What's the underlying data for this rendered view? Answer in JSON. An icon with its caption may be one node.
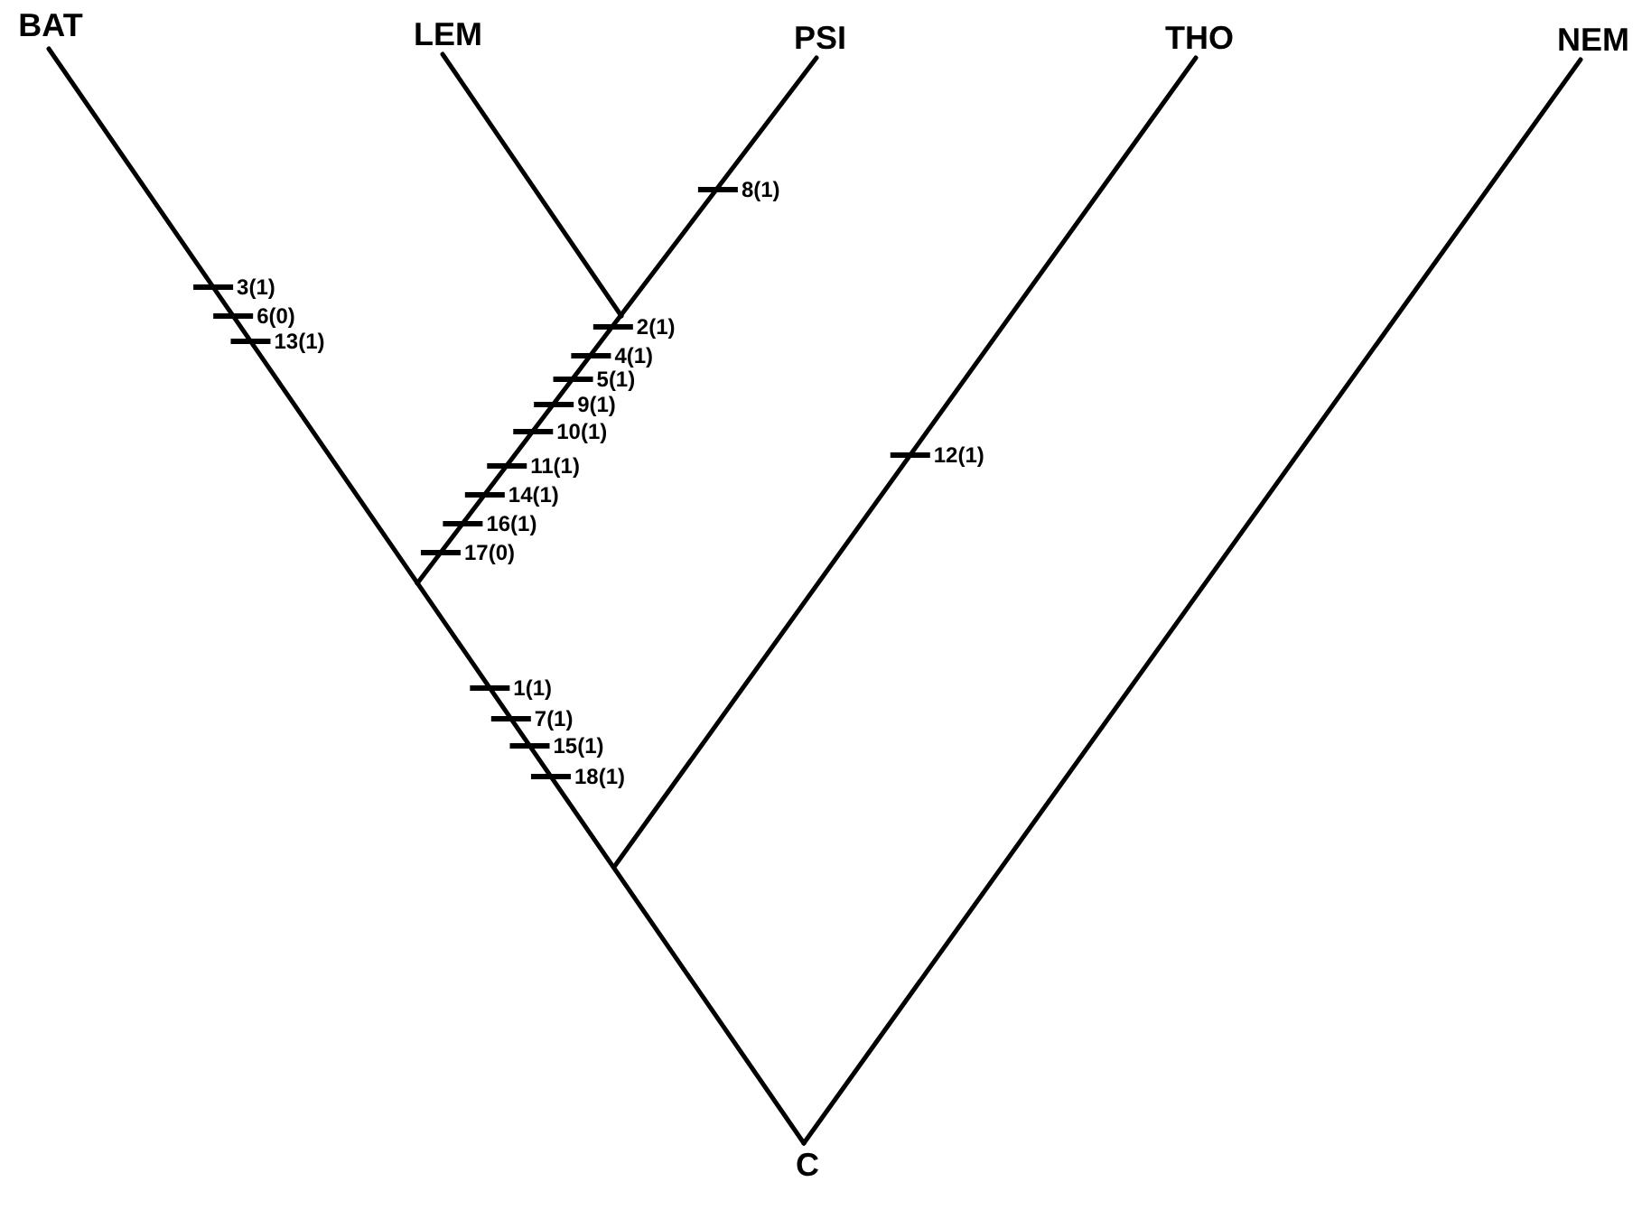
{
  "diagram": {
    "nodes": [
      {
        "text": [
          "BAT"
        ]
      },
      {
        "text": [
          "LEM"
        ]
      },
      {
        "text": [
          "PSI"
        ]
      },
      {
        "text": [
          "THO"
        ]
      },
      {
        "text": [
          "NEM"
        ]
      },
      {
        "text": [
          "C"
        ]
      }
    ],
    "edges": [
      {
        "from": 5,
        "to": 0,
        "arrow": "none"
      },
      {
        "from": null,
        "to": 1,
        "arrow": "none"
      },
      {
        "from": null,
        "to": 2,
        "arrow": "none"
      },
      {
        "from": null,
        "to": 3,
        "arrow": "none"
      },
      {
        "from": 5,
        "to": 4,
        "arrow": "none"
      }
    ],
    "labels": [
      "3(1)",
      "6(0)",
      "13(1)",
      "8(1)",
      "2(1)",
      "4(1)",
      "5(1)",
      "9(1)",
      "10(1)",
      "11(1)",
      "14(1)",
      "16(1)",
      "17(0)",
      "12(1)",
      "1(1)",
      "7(1)",
      "15(1)",
      "18(1)"
    ]
  }
}
